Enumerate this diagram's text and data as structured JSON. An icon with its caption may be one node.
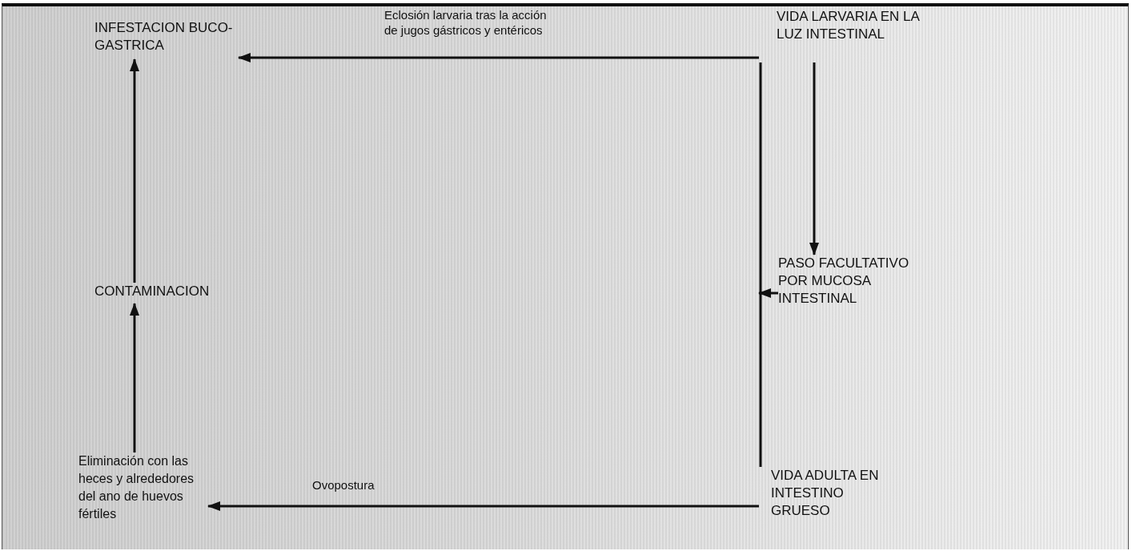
{
  "diagram": {
    "nodes": [
      {
        "text": [
          "INFESTACION BUCO-GASTRICA"
        ]
      },
      {
        "text": [
          "CONTAMINACION"
        ]
      },
      {
        "text": [
          "Eliminación con las heces y alrededores del ano de huevos fértiles"
        ]
      },
      {
        "text": [
          "VIDA LARVARIA EN LA LUZ INTESTINAL"
        ]
      },
      {
        "text": [
          "PASO FACULTATIVO POR MUCOSA INTESTINAL"
        ]
      },
      {
        "text": [
          "VIDA ADULTA EN INTESTINO GRUESO"
        ]
      }
    ],
    "edges": [
      {
        "from": 3,
        "to": 0,
        "arrow": "to",
        "label": "Eclosión larvaria tras la acción de jugos gástricos y entéricos"
      },
      {
        "from": 1,
        "to": 0,
        "arrow": "to"
      },
      {
        "from": 2,
        "to": 1,
        "arrow": "to"
      },
      {
        "from": 3,
        "to": 4,
        "arrow": "to"
      },
      {
        "from": 3,
        "to": 5,
        "arrow": "none"
      },
      {
        "from": 4,
        "to": null,
        "arrow": "to"
      },
      {
        "from": 5,
        "to": 2,
        "arrow": "to",
        "label": "Ovopostura"
      }
    ]
  }
}
